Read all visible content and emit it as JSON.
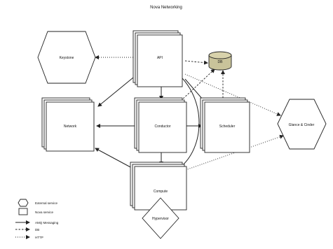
{
  "title": "Nova Networking",
  "nodes": {
    "api": "API",
    "db": "DB",
    "keystone": "Keystone",
    "network": "Network",
    "conductor": "Conductor",
    "scheduler": "Scheduler",
    "glance": "Glance & Cinder",
    "compute": "Compute",
    "hypervisor": "Hypervisor"
  },
  "legend": {
    "external_service": "External service",
    "nova_service": "Nova service",
    "amqp": "AMQ Messaging",
    "db": "DB",
    "http": "HTTP"
  },
  "colors": {
    "db_fill": "#c9c39a",
    "line": "#222222"
  }
}
